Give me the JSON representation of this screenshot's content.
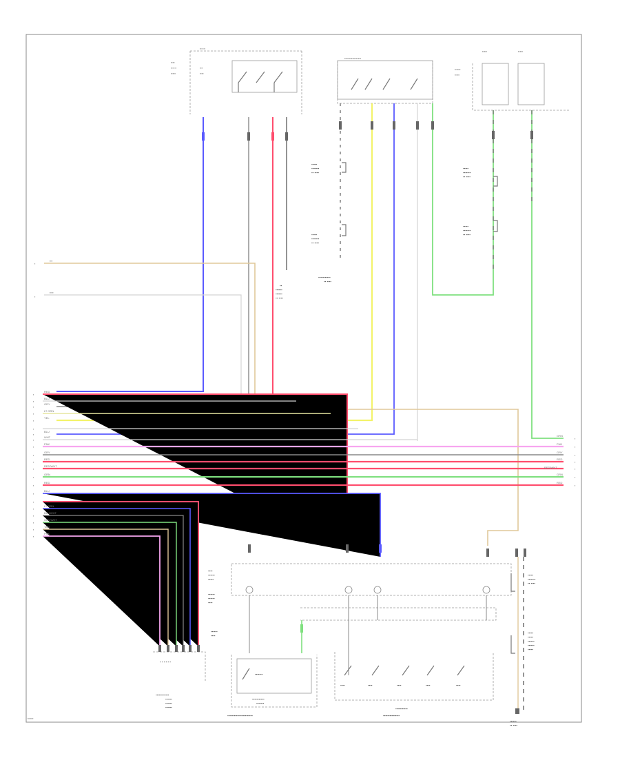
{
  "colors": {
    "blue": "#5a5aff",
    "red": "#ff4d6d",
    "yellow": "#f3f36a",
    "green": "#7fe07f",
    "tan": "#e0c89a",
    "pink": "#f7a6f0",
    "gray": "#9a9a9a",
    "lightgray": "#d4d4d4",
    "frame": "#8a8a8a"
  },
  "wires": {
    "left_color_codes": [
      "RED",
      "BLU",
      "GRY",
      "LT GRN",
      "YEL",
      "BLU",
      "WHT",
      "PNK",
      "GRY",
      "RED",
      "RED/WHT",
      "GRN",
      "RED",
      "BLU",
      "LT GRN",
      "BLU/WHT",
      "GRY/WHT",
      "TAN",
      "PNK"
    ],
    "right_color_codes": [
      "GRN",
      "PNK",
      "GRY",
      "RED",
      "RED/WHT",
      "GRN",
      "RED"
    ]
  }
}
